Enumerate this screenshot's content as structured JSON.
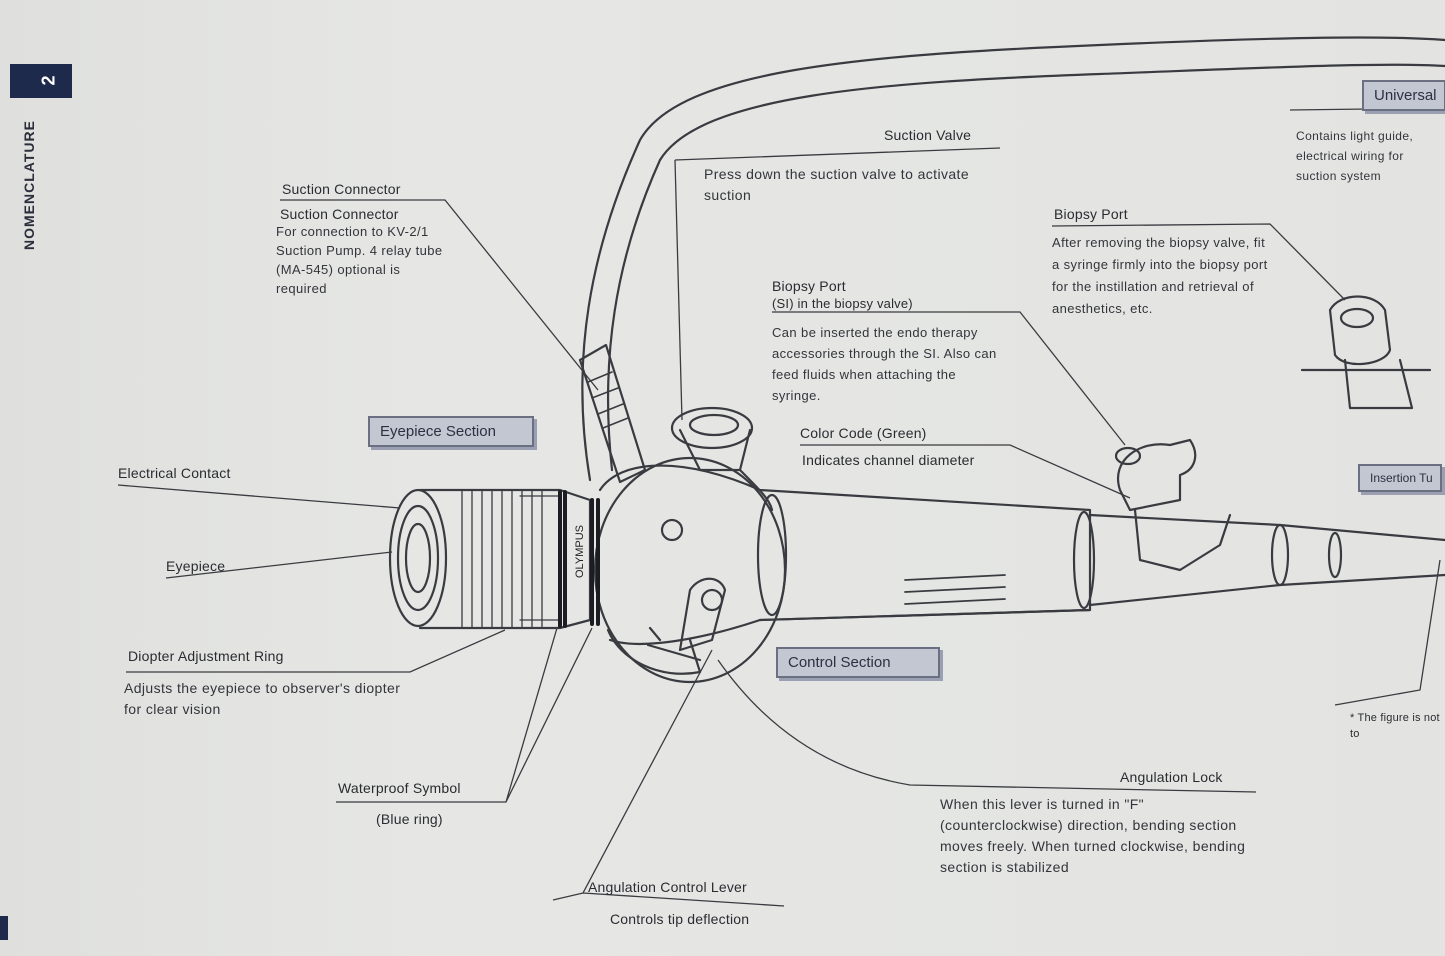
{
  "page": {
    "section_number": "2",
    "section_title": "NOMENCLATURE"
  },
  "labels": {
    "suction_connector_title": "Suction Connector",
    "suction_connector_head": "Suction Connector",
    "suction_connector_desc": "For connection to KV-2/1 Suction Pump. 4 relay tube (MA-545) optional is required",
    "suction_valve_title": "Suction Valve",
    "suction_valve_desc": "Press down the suction valve to activate suction",
    "biopsy_port_right_title": "Biopsy Port",
    "biopsy_port_right_desc": "After removing the biopsy valve, fit a syringe firmly into the biopsy port for the instillation and retrieval of anesthetics, etc.",
    "biopsy_port_title": "Biopsy Port",
    "biopsy_port_sub": "(SI) in the biopsy valve)",
    "biopsy_port_desc": "Can be inserted the endo therapy accessories through the SI. Also can feed fluids when attaching the syringe.",
    "color_code_title": "Color Code (Green)",
    "color_code_desc": "Indicates channel diameter",
    "electrical_contact": "Electrical Contact",
    "eyepiece": "Eyepiece",
    "diopter_title": "Diopter Adjustment Ring",
    "diopter_desc": "Adjusts the eyepiece to observer's diopter for clear vision",
    "waterproof_title": "Waterproof Symbol",
    "waterproof_sub": "(Blue ring)",
    "angulation_lever_title": "Angulation Control Lever",
    "angulation_lever_desc": "Controls tip deflection",
    "angulation_lock_title": "Angulation Lock",
    "angulation_lock_desc": "When this lever is turned in \"F\" (counterclockwise) direction, bending section moves freely. When turned clockwise, bending section is stabilized",
    "universal_desc": "Contains light guide, electrical wiring for suction system",
    "note": "* The figure is not to"
  },
  "section_boxes": {
    "eyepiece_section": "Eyepiece Section",
    "control_section": "Control Section",
    "universal_cord": "Universal",
    "insertion_tube": "Insertion Tu"
  },
  "ring_engraving": "OLYMPUS",
  "colors": {
    "section_tab": "#1e2a4c",
    "box_fill": "#c3c7d2",
    "line": "#3a3b40"
  }
}
